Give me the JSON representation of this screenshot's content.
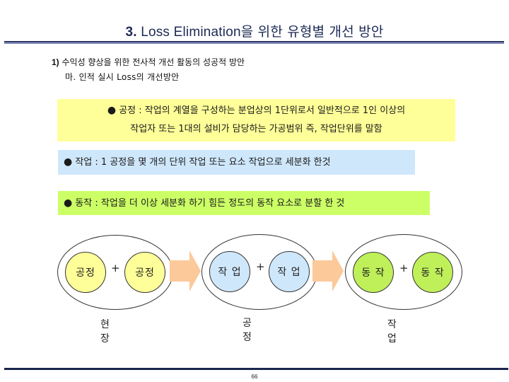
{
  "header": {
    "title_number": "3.",
    "title_latin": " Loss Elimination",
    "title_korean": "을 위한 유형별 개선 방안"
  },
  "subheadings": {
    "level1_number": "1)",
    "level1_text": " 수익성 향상을 위한 전사적 개선 활동의 성공적 방안",
    "level2_text": "마. 인적 실시 Loss의 개선방안"
  },
  "definitions": [
    {
      "bullet": "●",
      "line1": " 공정 : 작업의 계열을 구성하는 분업상의 1단위로서 일반적으로 1인 이상의",
      "line2": "작업자 또는 1대의 설비가 담당하는 가공범위 즉, 작업단위를 말함",
      "background": "#ffff99"
    },
    {
      "bullet": "●",
      "line1": " 작업 : 1 공정을 몇 개의 단위 작업 또는 요소 작업으로 세분화 한것",
      "background": "#cfe7fb"
    },
    {
      "bullet": "●",
      "line1": " 동작 : 작업을 더 이상 세분화 하기 힘든 정도의 동작 요소로 분할 한 것",
      "background": "#ccff66"
    }
  ],
  "diagram": {
    "groups": [
      {
        "label": "현 장",
        "items": [
          "공정",
          "공정"
        ],
        "plus": "+",
        "color": "#ffff99"
      },
      {
        "label": "공 정",
        "items": [
          "작 업",
          "작 업"
        ],
        "plus": "+",
        "color": "#cfe7fb"
      },
      {
        "label": "작 업",
        "items": [
          "동 작",
          "동 작"
        ],
        "plus": "+",
        "color": "#bff05a"
      }
    ],
    "arrow_color": "#fcc99a"
  },
  "footer": {
    "page_number": "66"
  },
  "colors": {
    "title_navy": "#1c2a55",
    "rule_dark": "#1a2650",
    "rule_light": "#7f86b8"
  }
}
